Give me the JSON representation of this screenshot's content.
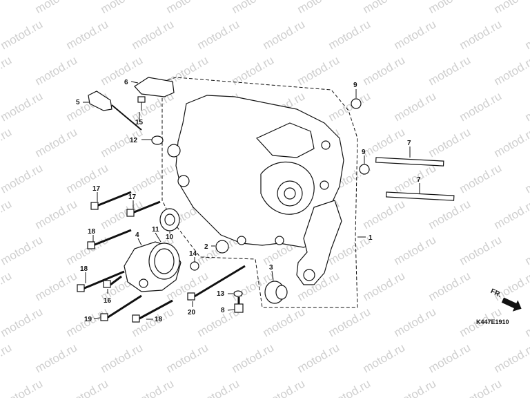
{
  "watermark": "motod.ru",
  "diagram_code": "K447E1910",
  "direction_label": "FR.",
  "callouts": [
    "1",
    "2",
    "3",
    "4",
    "5",
    "6",
    "7",
    "8",
    "9",
    "10",
    "11",
    "12",
    "13",
    "14",
    "15",
    "16",
    "17",
    "18",
    "19",
    "20"
  ]
}
